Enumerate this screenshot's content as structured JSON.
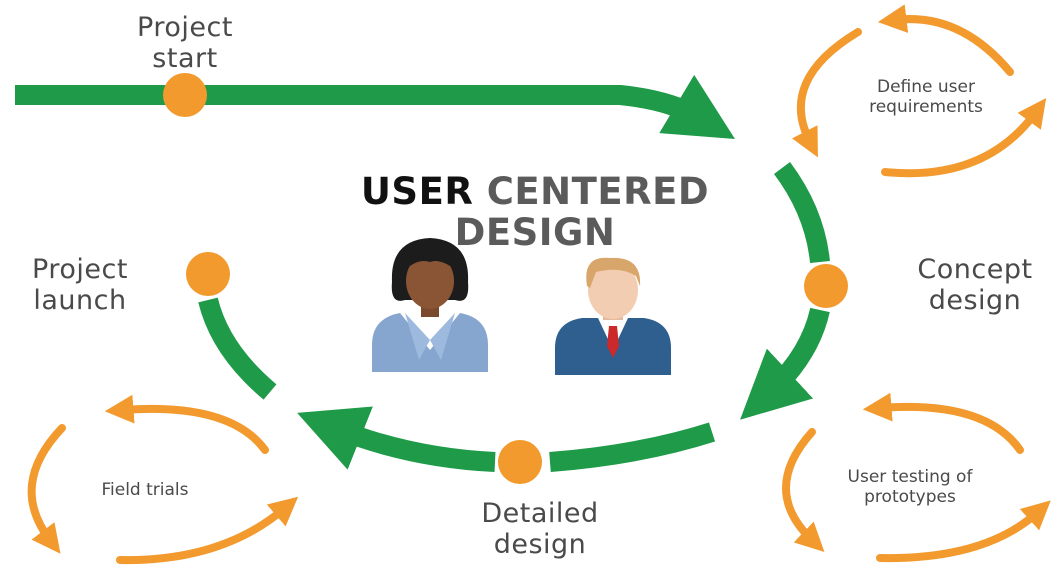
{
  "title": {
    "part1": "USER",
    "part2": "CENTERED",
    "part3": "DESIGN"
  },
  "stages": {
    "project_start": [
      "Project",
      "start"
    ],
    "concept_design": [
      "Concept",
      "design"
    ],
    "detailed_design": [
      "Detailed",
      "design"
    ],
    "project_launch": [
      "Project",
      "launch"
    ]
  },
  "cycles": {
    "define_requirements": [
      "Define user",
      "requirements"
    ],
    "user_testing": [
      "User testing of",
      "prototypes"
    ],
    "field_trials": [
      "Field trials"
    ]
  },
  "colors": {
    "flow_arrow": "#1f9a48",
    "cycle_arrow": "#f29a2e",
    "milestone_dot": "#f29a2e",
    "title_emphasis": "#111111",
    "title_rest": "#5b5b5b"
  },
  "icons": [
    "woman-user-icon",
    "man-user-icon"
  ]
}
